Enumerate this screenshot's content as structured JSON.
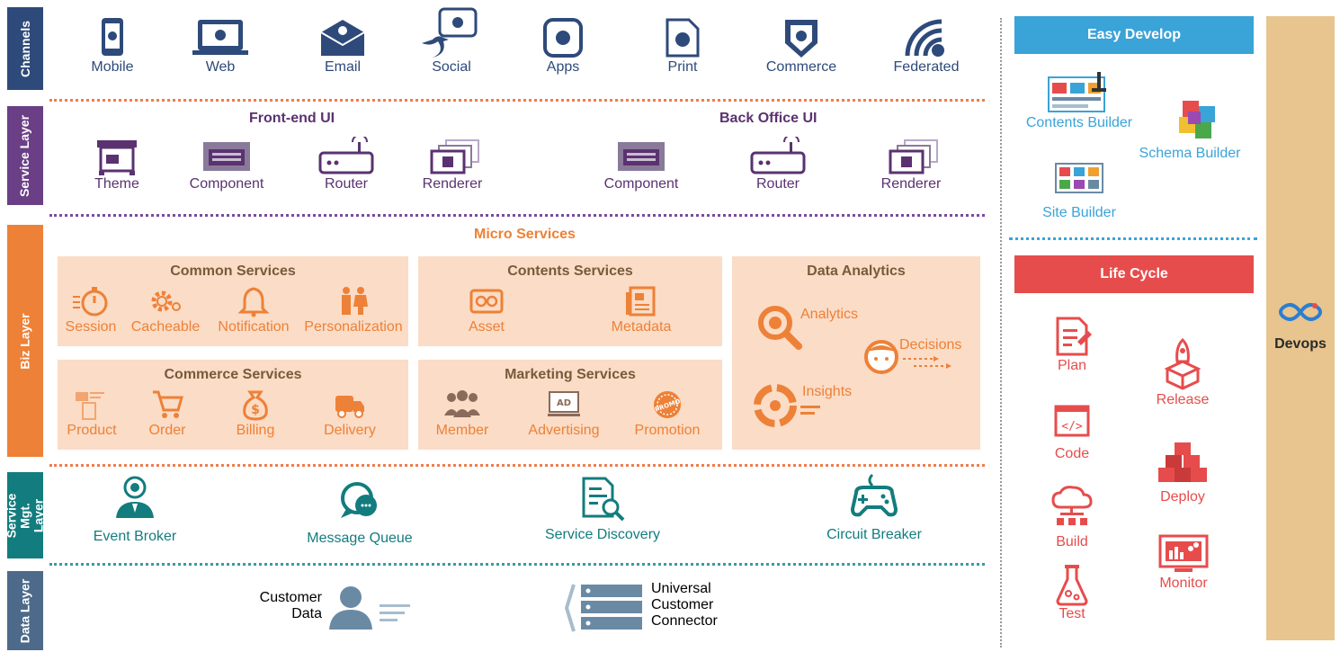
{
  "bands": {
    "channels": "Channels",
    "service": "Service Layer",
    "biz": "Biz Layer",
    "mgt": "Service Mgt. Layer",
    "data": "Data Layer"
  },
  "channels": [
    "Mobile",
    "Web",
    "Email",
    "Social",
    "Apps",
    "Print",
    "Commerce",
    "Federated"
  ],
  "service_layer": {
    "frontend_title": "Front-end UI",
    "backoffice_title": "Back Office UI",
    "frontend": [
      "Theme",
      "Component",
      "Router",
      "Renderer"
    ],
    "backoffice": [
      "Component",
      "Router",
      "Renderer"
    ]
  },
  "biz": {
    "title": "Micro Services",
    "common": {
      "title": "Common Services",
      "items": [
        "Session",
        "Cacheable",
        "Notification",
        "Personalization"
      ]
    },
    "contents": {
      "title": "Contents Services",
      "items": [
        "Asset",
        "Metadata"
      ]
    },
    "analytics": {
      "title": "Data Analytics",
      "items": [
        "Analytics",
        "Decisions",
        "Insights"
      ]
    },
    "commerce": {
      "title": "Commerce Services",
      "items": [
        "Product",
        "Order",
        "Billing",
        "Delivery"
      ]
    },
    "marketing": {
      "title": "Marketing Services",
      "items": [
        "Member",
        "Advertising",
        "Promotion"
      ]
    }
  },
  "mgt": [
    "Event Broker",
    "Message Queue",
    "Service Discovery",
    "Circuit Breaker"
  ],
  "data_layer": {
    "customer_line1": "Customer",
    "customer_line2": "Data",
    "connector_line1": "Universal",
    "connector_line2": "Customer",
    "connector_line3": "Connector"
  },
  "easy_develop": {
    "title": "Easy Develop",
    "items": [
      "Contents Builder",
      "Schema Builder",
      "Site Builder"
    ]
  },
  "life_cycle": {
    "title": "Life Cycle",
    "left": [
      "Plan",
      "Code",
      "Build",
      "Test"
    ],
    "right": [
      "Release",
      "Deploy",
      "Monitor"
    ]
  },
  "devops": "Devops",
  "colors": {
    "channels": "#2e4a7a",
    "service": "#6a3f85",
    "biz": "#ed8137",
    "mgt": "#137c7e",
    "data": "#4d6a8a",
    "easy": "#3aa3d8",
    "life": "#e74c4c",
    "devops": "#e8c48e"
  }
}
